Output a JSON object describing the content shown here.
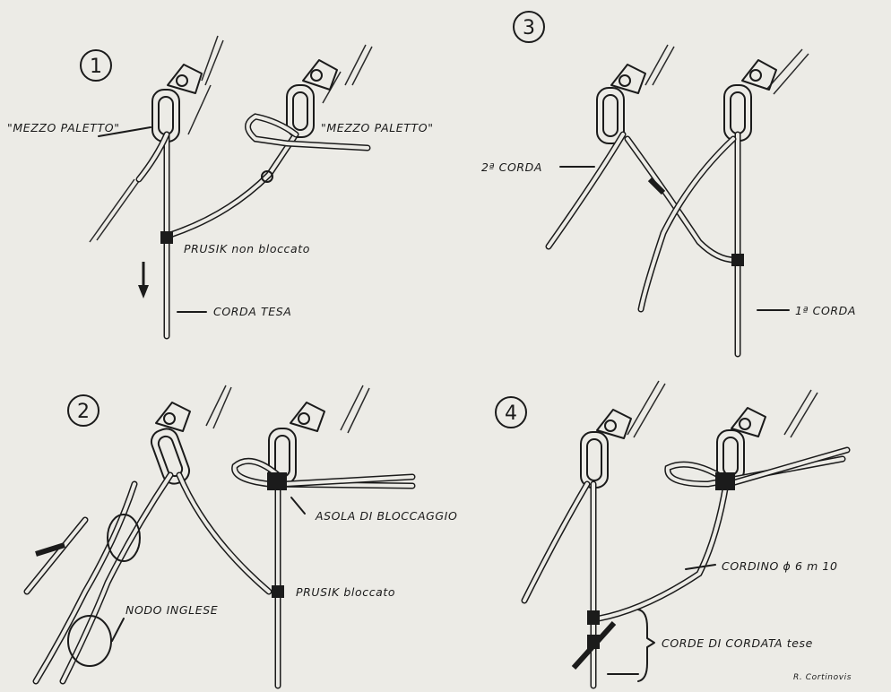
{
  "panels": [
    {
      "number": "1",
      "labels": {
        "left_half_bar": "\"MEZZO PALETTO\"",
        "right_half_bar": "\"MEZZO PALETTO\"",
        "prusik": "PRUSIK non bloccato",
        "rope": "CORDA TESA"
      }
    },
    {
      "number": "2",
      "labels": {
        "loop": "ASOLA DI BLOCCAGGIO",
        "prusik": "PRUSIK bloccato",
        "knot": "NODO INGLESE"
      }
    },
    {
      "number": "3",
      "labels": {
        "second_rope": "2ª CORDA",
        "first_rope": "1ª CORDA"
      }
    },
    {
      "number": "4",
      "labels": {
        "cord": "CORDINO ϕ 6 m 10",
        "ropes": "CORDE DI CORDATA tese"
      }
    }
  ],
  "signature": "R. Cortinovis"
}
